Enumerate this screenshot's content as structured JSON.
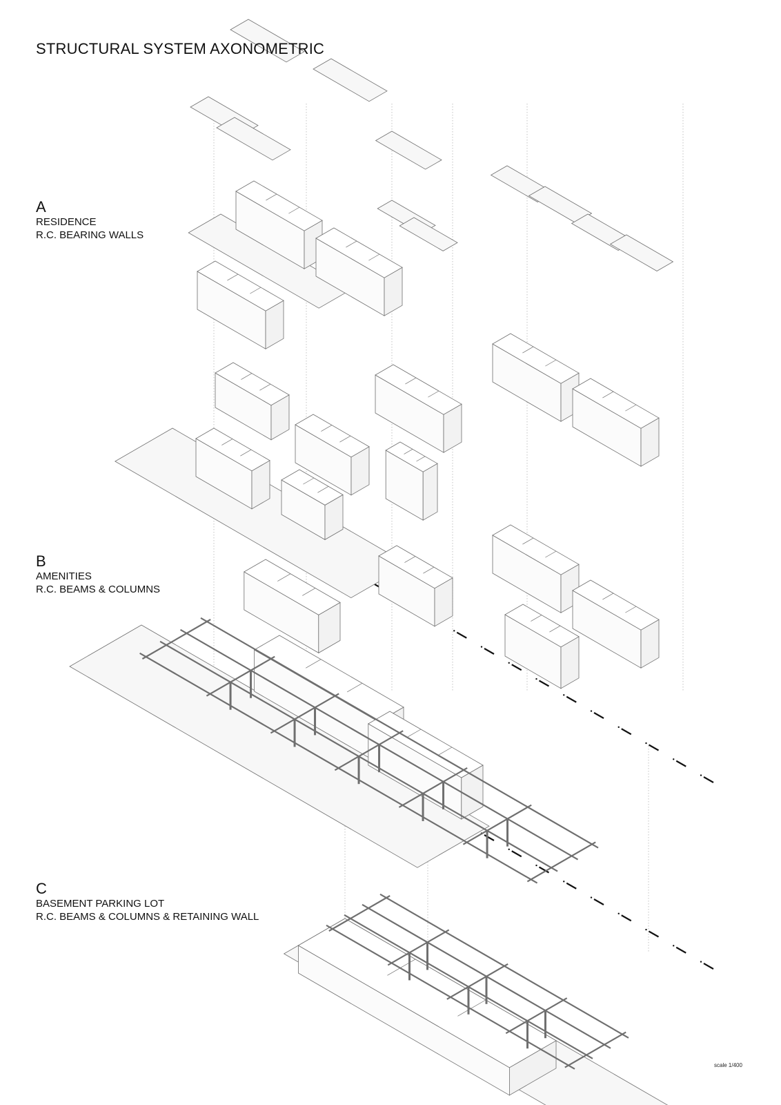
{
  "title": "STRUCTURAL SYSTEM AXONOMETRIC",
  "sections": [
    {
      "letter": "A",
      "lines": [
        "RESIDENCE",
        "R.C. BEARING WALLS"
      ]
    },
    {
      "letter": "B",
      "lines": [
        "AMENITIES",
        "R.C. BEAMS & COLUMNS"
      ]
    },
    {
      "letter": "C",
      "lines": [
        "BASEMENT PARKING LOT",
        "R.C. BEAMS & COLUMNS & RETAINING WALL"
      ]
    }
  ],
  "scale_note": "scale 1/400",
  "colors": {
    "line": "#6f6f6f",
    "fill": "#f7f7f7",
    "dash": "#111111"
  }
}
